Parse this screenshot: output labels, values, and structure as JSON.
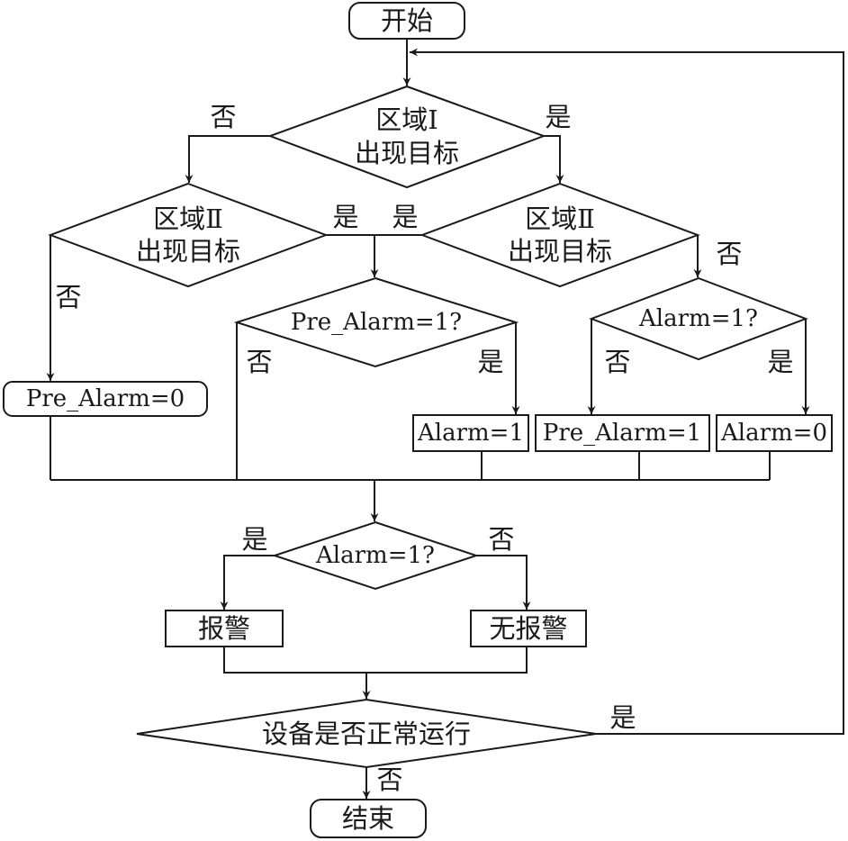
{
  "diagram": {
    "start": "开始",
    "end": "结束",
    "decision_zone1": [
      "区域Ⅰ",
      "出现目标"
    ],
    "decision_zone2_left": [
      "区域Ⅱ",
      "出现目标"
    ],
    "decision_zone2_right": [
      "区域Ⅱ",
      "出现目标"
    ],
    "decision_pre_alarm": "Pre_Alarm=1?",
    "decision_alarm_upper": "Alarm=1?",
    "decision_alarm_lower": "Alarm=1?",
    "decision_device_running": "设备是否正常运行",
    "process_pre_alarm_0": "Pre_Alarm=0",
    "process_alarm_1": "Alarm=1",
    "process_pre_alarm_1": "Pre_Alarm=1",
    "process_alarm_0": "Alarm=0",
    "process_alarm": "报警",
    "process_no_alarm": "无报警",
    "labels": {
      "zone1_no": "否",
      "zone1_yes": "是",
      "zone2_left_yes": "是",
      "zone2_left_no": "否",
      "zone2_right_yes": "是",
      "zone2_right_no": "否",
      "pre_alarm_no": "否",
      "pre_alarm_yes": "是",
      "alarm_upper_no": "否",
      "alarm_upper_yes": "是",
      "alarm_lower_yes": "是",
      "alarm_lower_no": "否",
      "device_running_yes": "是",
      "device_running_no": "否"
    }
  }
}
